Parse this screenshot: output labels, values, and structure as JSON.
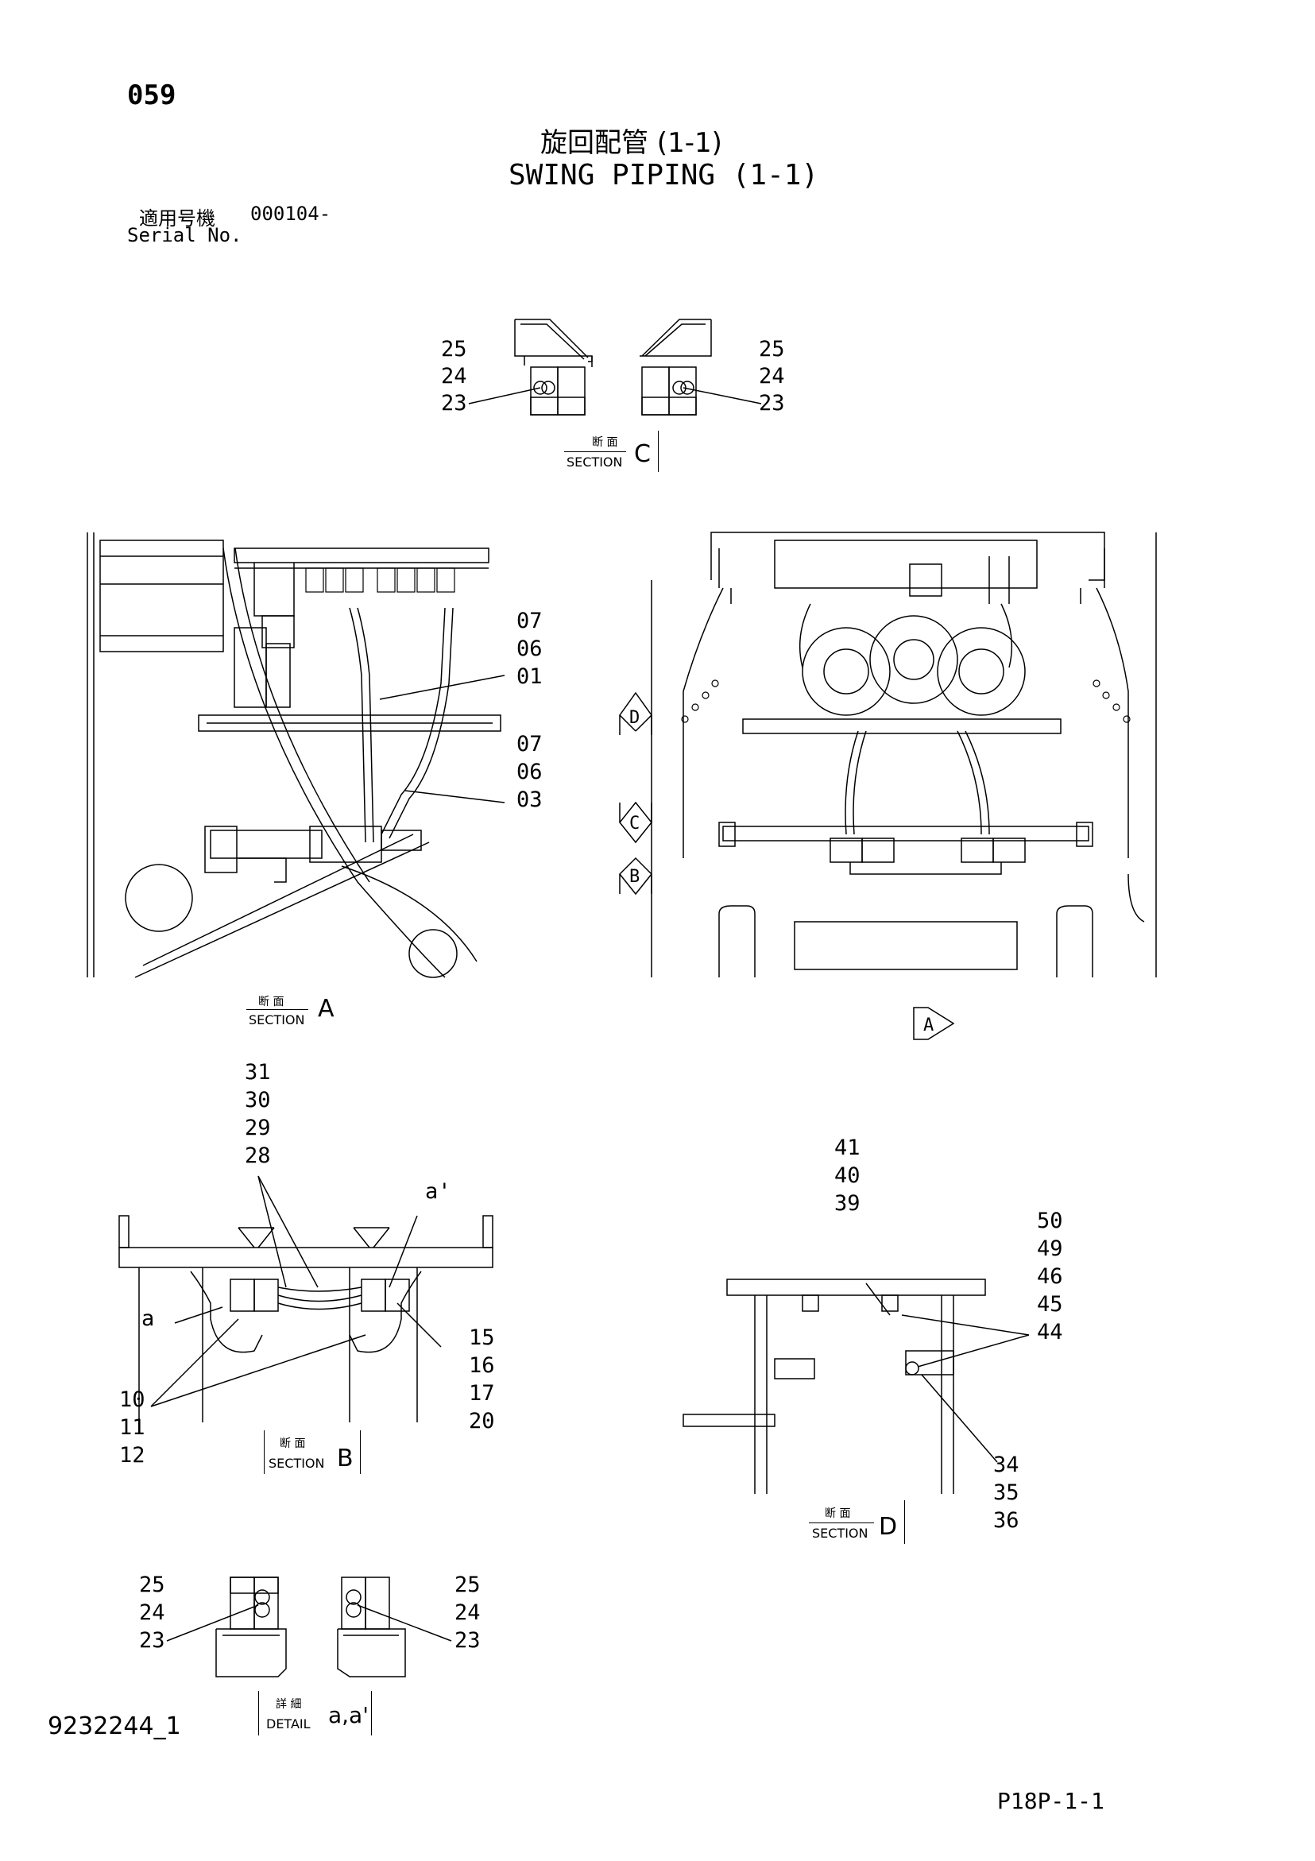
{
  "header": {
    "page_number": "059",
    "title_jp": "旋回配管 (1-1)",
    "title_en": "SWING PIPING (1-1)",
    "serial_label_jp": "適用号機",
    "serial_value": "000104-",
    "serial_label_en": "Serial No."
  },
  "footer": {
    "drawing_number": "9232244_1",
    "page_code": "P18P-1-1"
  },
  "sections": {
    "c": {
      "jp": "断 面",
      "en": "SECTION",
      "letter": "C"
    },
    "a": {
      "jp": "断 面",
      "en": "SECTION",
      "letter": "A"
    },
    "b": {
      "jp": "断 面",
      "en": "SECTION",
      "letter": "B"
    },
    "d": {
      "jp": "断 面",
      "en": "SECTION",
      "letter": "D"
    },
    "detail": {
      "jp": "詳 細",
      "en": "DETAIL",
      "letter": "a,a'"
    }
  },
  "view_markers": {
    "d": "D",
    "c": "C",
    "b": "B",
    "a": "A"
  },
  "callouts": {
    "sec_c_left": [
      "25",
      "24",
      "23"
    ],
    "sec_c_right": [
      "25",
      "24",
      "23"
    ],
    "sec_a_upper": [
      "07",
      "06",
      "01"
    ],
    "sec_a_lower": [
      "07",
      "06",
      "03"
    ],
    "sec_b_top": [
      "31",
      "30",
      "29",
      "28"
    ],
    "sec_b_a": "a",
    "sec_b_aprime": "a'",
    "sec_b_right": [
      "15",
      "16",
      "17",
      "20"
    ],
    "sec_b_left": [
      "10",
      "11",
      "12"
    ],
    "sec_d_top": [
      "41",
      "40",
      "39"
    ],
    "sec_d_right": [
      "50",
      "49",
      "46",
      "45",
      "44"
    ],
    "sec_d_bottom": [
      "34",
      "35",
      "36"
    ],
    "detail_left": [
      "25",
      "24",
      "23"
    ],
    "detail_right": [
      "25",
      "24",
      "23"
    ]
  }
}
